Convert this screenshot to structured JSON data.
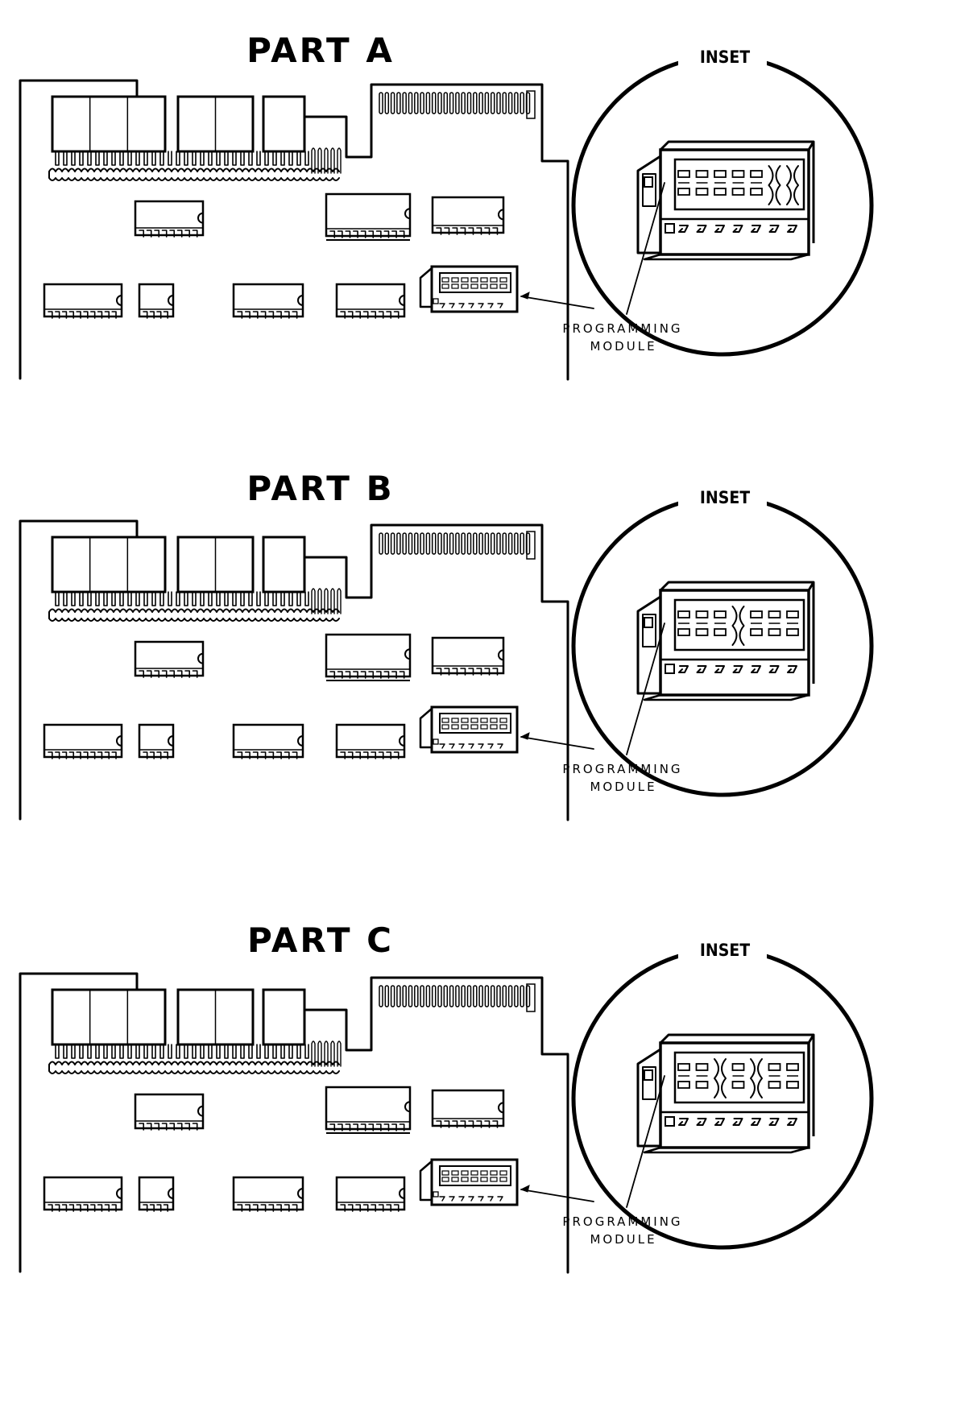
{
  "panels": [
    {
      "title": "PART A",
      "inset_label": "INSET",
      "callout_line1": "PROGRAMMING",
      "callout_line2": "MODULE",
      "inset_state": [
        "x",
        "x",
        "x",
        "x",
        "x",
        "open",
        "open"
      ]
    },
    {
      "title": "PART B",
      "inset_label": "INSET",
      "callout_line1": "PROGRAMMING",
      "callout_line2": "MODULE",
      "inset_state": [
        "x",
        "x",
        "x",
        "open",
        "x",
        "x",
        "x"
      ]
    },
    {
      "title": "PART C",
      "inset_label": "INSET",
      "callout_line1": "PROGRAMMING",
      "callout_line2": "MODULE",
      "inset_state": [
        "x",
        "x",
        "open",
        "x",
        "open",
        "x",
        "x"
      ]
    }
  ]
}
